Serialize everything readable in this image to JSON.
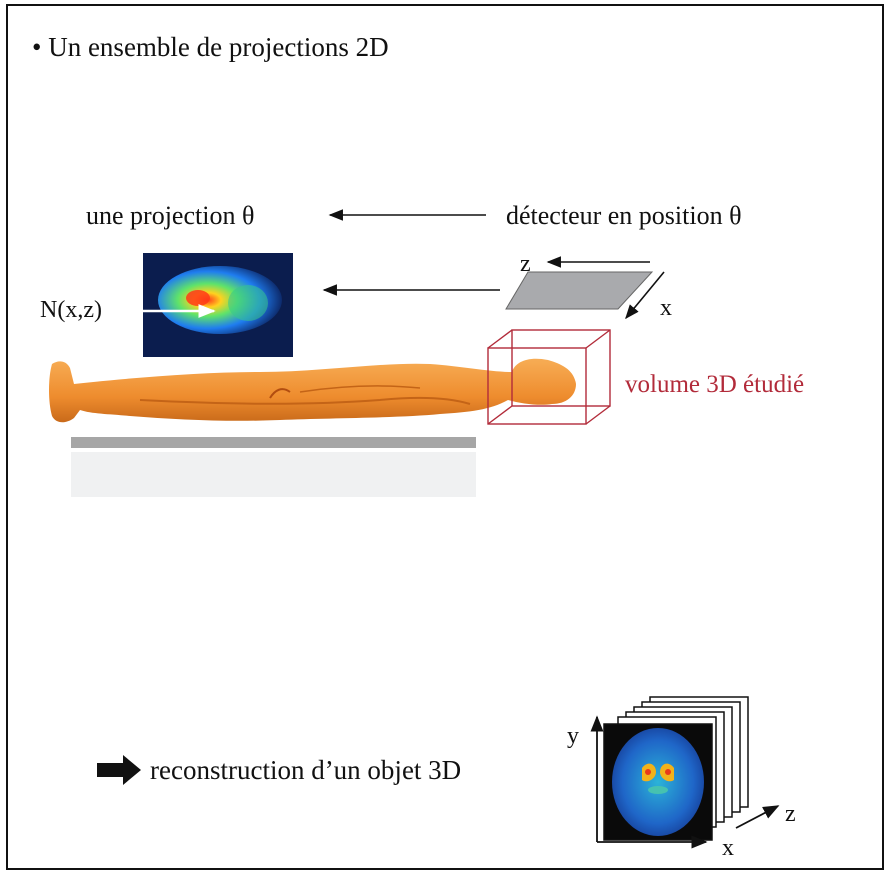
{
  "title": "• Un ensemble de projections 2D",
  "projection_label": "une projection θ",
  "detector_label": "détecteur en position θ",
  "nxz_label": "N(x,z)",
  "volume_label": "volume 3D étudié",
  "axes_top": {
    "z": "z",
    "x": "x"
  },
  "reconstruction_label": "reconstruction d’un objet 3D",
  "axes_bottom": {
    "y": "y",
    "x": "x",
    "z": "z"
  },
  "colors": {
    "body": "#f2953a",
    "volume_box": "#b22b3a",
    "detector": "#a9aaad",
    "table": "#a6a6a6",
    "scan_bg": "#0d2a6b"
  }
}
